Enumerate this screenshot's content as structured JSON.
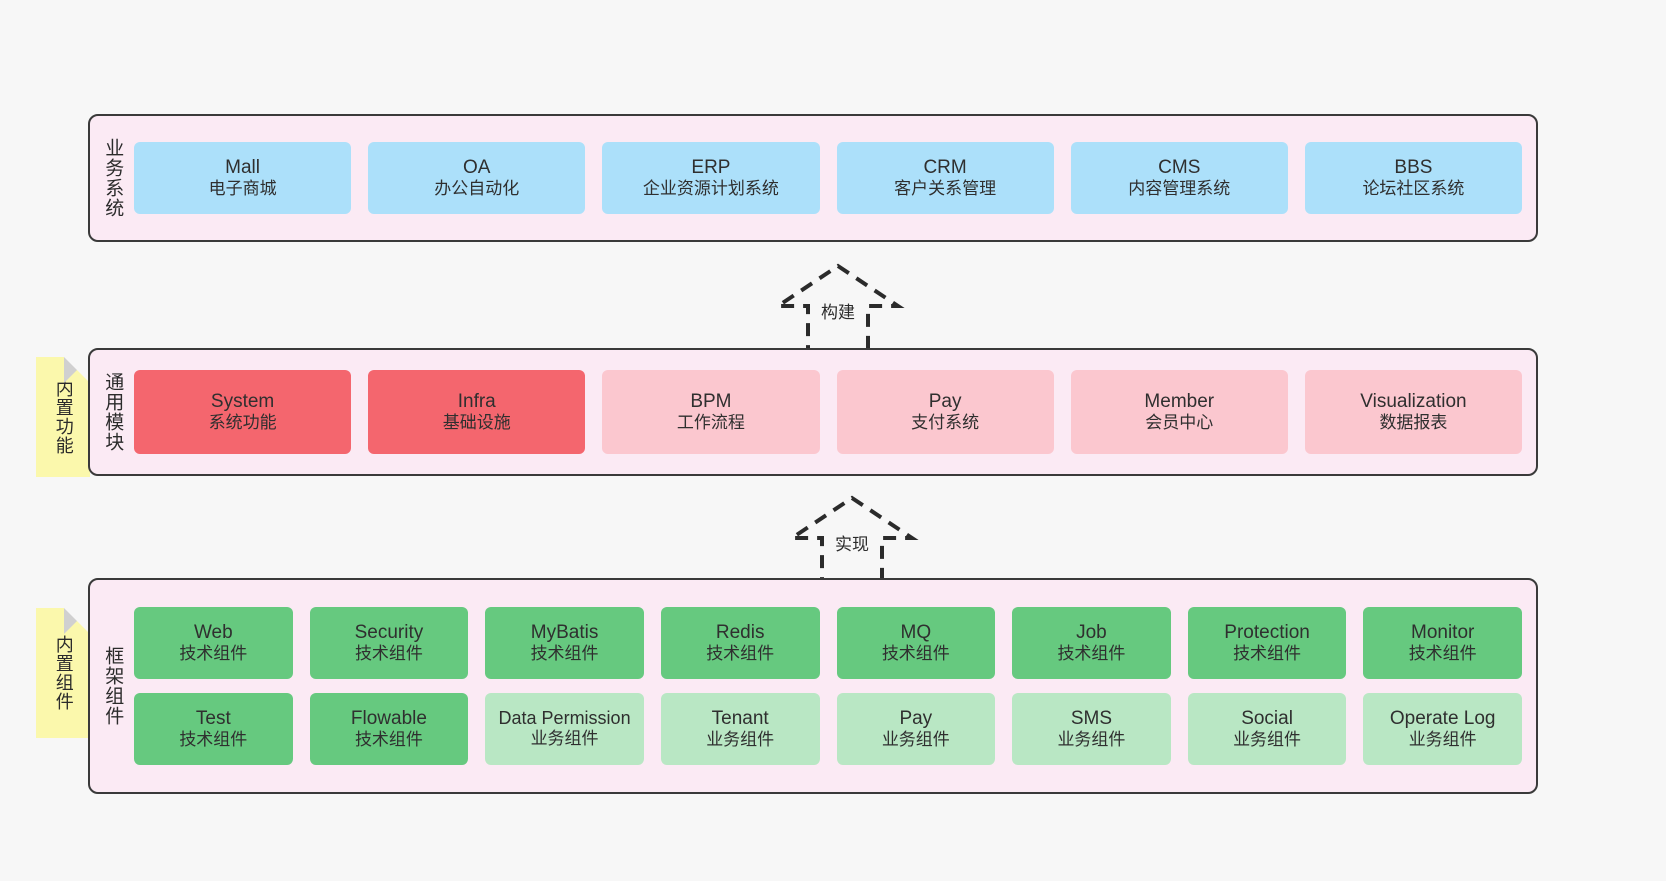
{
  "diagram": {
    "background": "#f7f7f7",
    "layer_bg": "#fbeaf4",
    "layer_border": "#3a3a3a"
  },
  "layers": [
    {
      "id": "business-system",
      "title": "业务系统",
      "rows": [
        [
          {
            "name": "Mall",
            "sub": "电子商城",
            "color": "#ace0fa"
          },
          {
            "name": "OA",
            "sub": "办公自动化",
            "color": "#ace0fa"
          },
          {
            "name": "ERP",
            "sub": "企业资源计划系统",
            "color": "#ace0fa"
          },
          {
            "name": "CRM",
            "sub": "客户关系管理",
            "color": "#ace0fa"
          },
          {
            "name": "CMS",
            "sub": "内容管理系统",
            "color": "#ace0fa"
          },
          {
            "name": "BBS",
            "sub": "论坛社区系统",
            "color": "#ace0fa"
          }
        ]
      ]
    },
    {
      "id": "common-module",
      "title": "通用模块",
      "sticky": "内置功能",
      "rows": [
        [
          {
            "name": "System",
            "sub": "系统功能",
            "color": "#f4666e"
          },
          {
            "name": "Infra",
            "sub": "基础设施",
            "color": "#f4666e"
          },
          {
            "name": "BPM",
            "sub": "工作流程",
            "color": "#fbc7cf"
          },
          {
            "name": "Pay",
            "sub": "支付系统",
            "color": "#fbc7cf"
          },
          {
            "name": "Member",
            "sub": "会员中心",
            "color": "#fbc7cf"
          },
          {
            "name": "Visualization",
            "sub": "数据报表",
            "color": "#fbc7cf"
          }
        ]
      ]
    },
    {
      "id": "framework-component",
      "title": "框架组件",
      "sticky": "内置组件",
      "rows": [
        [
          {
            "name": "Web",
            "sub": "技术组件",
            "color": "#66c97f"
          },
          {
            "name": "Security",
            "sub": "技术组件",
            "color": "#66c97f"
          },
          {
            "name": "MyBatis",
            "sub": "技术组件",
            "color": "#66c97f"
          },
          {
            "name": "Redis",
            "sub": "技术组件",
            "color": "#66c97f"
          },
          {
            "name": "MQ",
            "sub": "技术组件",
            "color": "#66c97f"
          },
          {
            "name": "Job",
            "sub": "技术组件",
            "color": "#66c97f"
          },
          {
            "name": "Protection",
            "sub": "技术组件",
            "color": "#66c97f"
          },
          {
            "name": "Monitor",
            "sub": "技术组件",
            "color": "#66c97f"
          }
        ],
        [
          {
            "name": "Test",
            "sub": "技术组件",
            "color": "#66c97f"
          },
          {
            "name": "Flowable",
            "sub": "技术组件",
            "color": "#66c97f"
          },
          {
            "name": "Data Permission",
            "sub": "业务组件",
            "color": "#b9e7c4"
          },
          {
            "name": "Tenant",
            "sub": "业务组件",
            "color": "#b9e7c4"
          },
          {
            "name": "Pay",
            "sub": "业务组件",
            "color": "#b9e7c4"
          },
          {
            "name": "SMS",
            "sub": "业务组件",
            "color": "#b9e7c4"
          },
          {
            "name": "Social",
            "sub": "业务组件",
            "color": "#b9e7c4"
          },
          {
            "name": "Operate Log",
            "sub": "业务组件",
            "color": "#b9e7c4"
          }
        ]
      ]
    }
  ],
  "connectors": [
    {
      "id": "build",
      "label": "构建"
    },
    {
      "id": "implement",
      "label": "实现"
    }
  ]
}
